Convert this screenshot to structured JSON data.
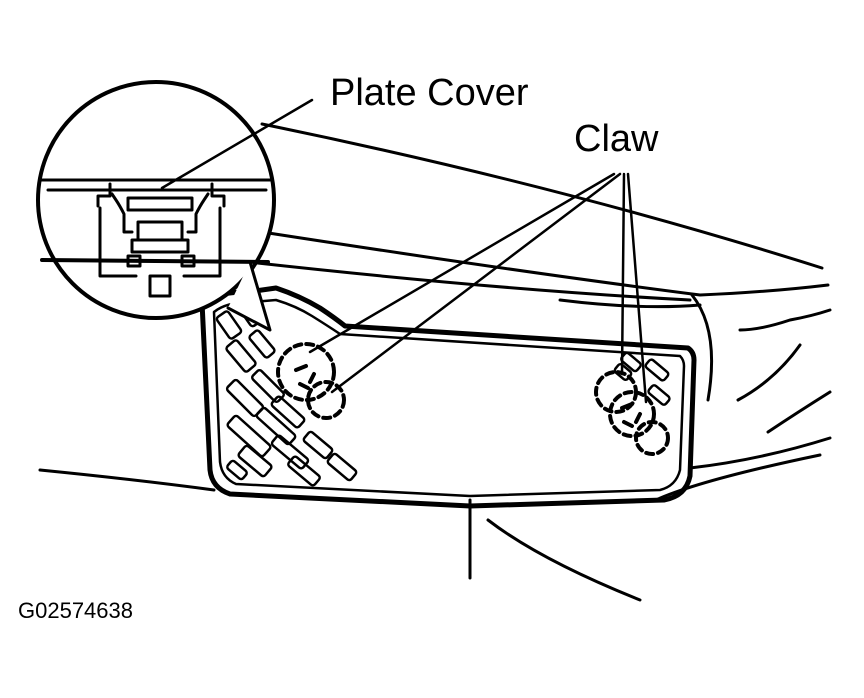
{
  "labels": {
    "plate_cover": "Plate Cover",
    "claw": "Claw",
    "figure_id": "G02574638"
  }
}
